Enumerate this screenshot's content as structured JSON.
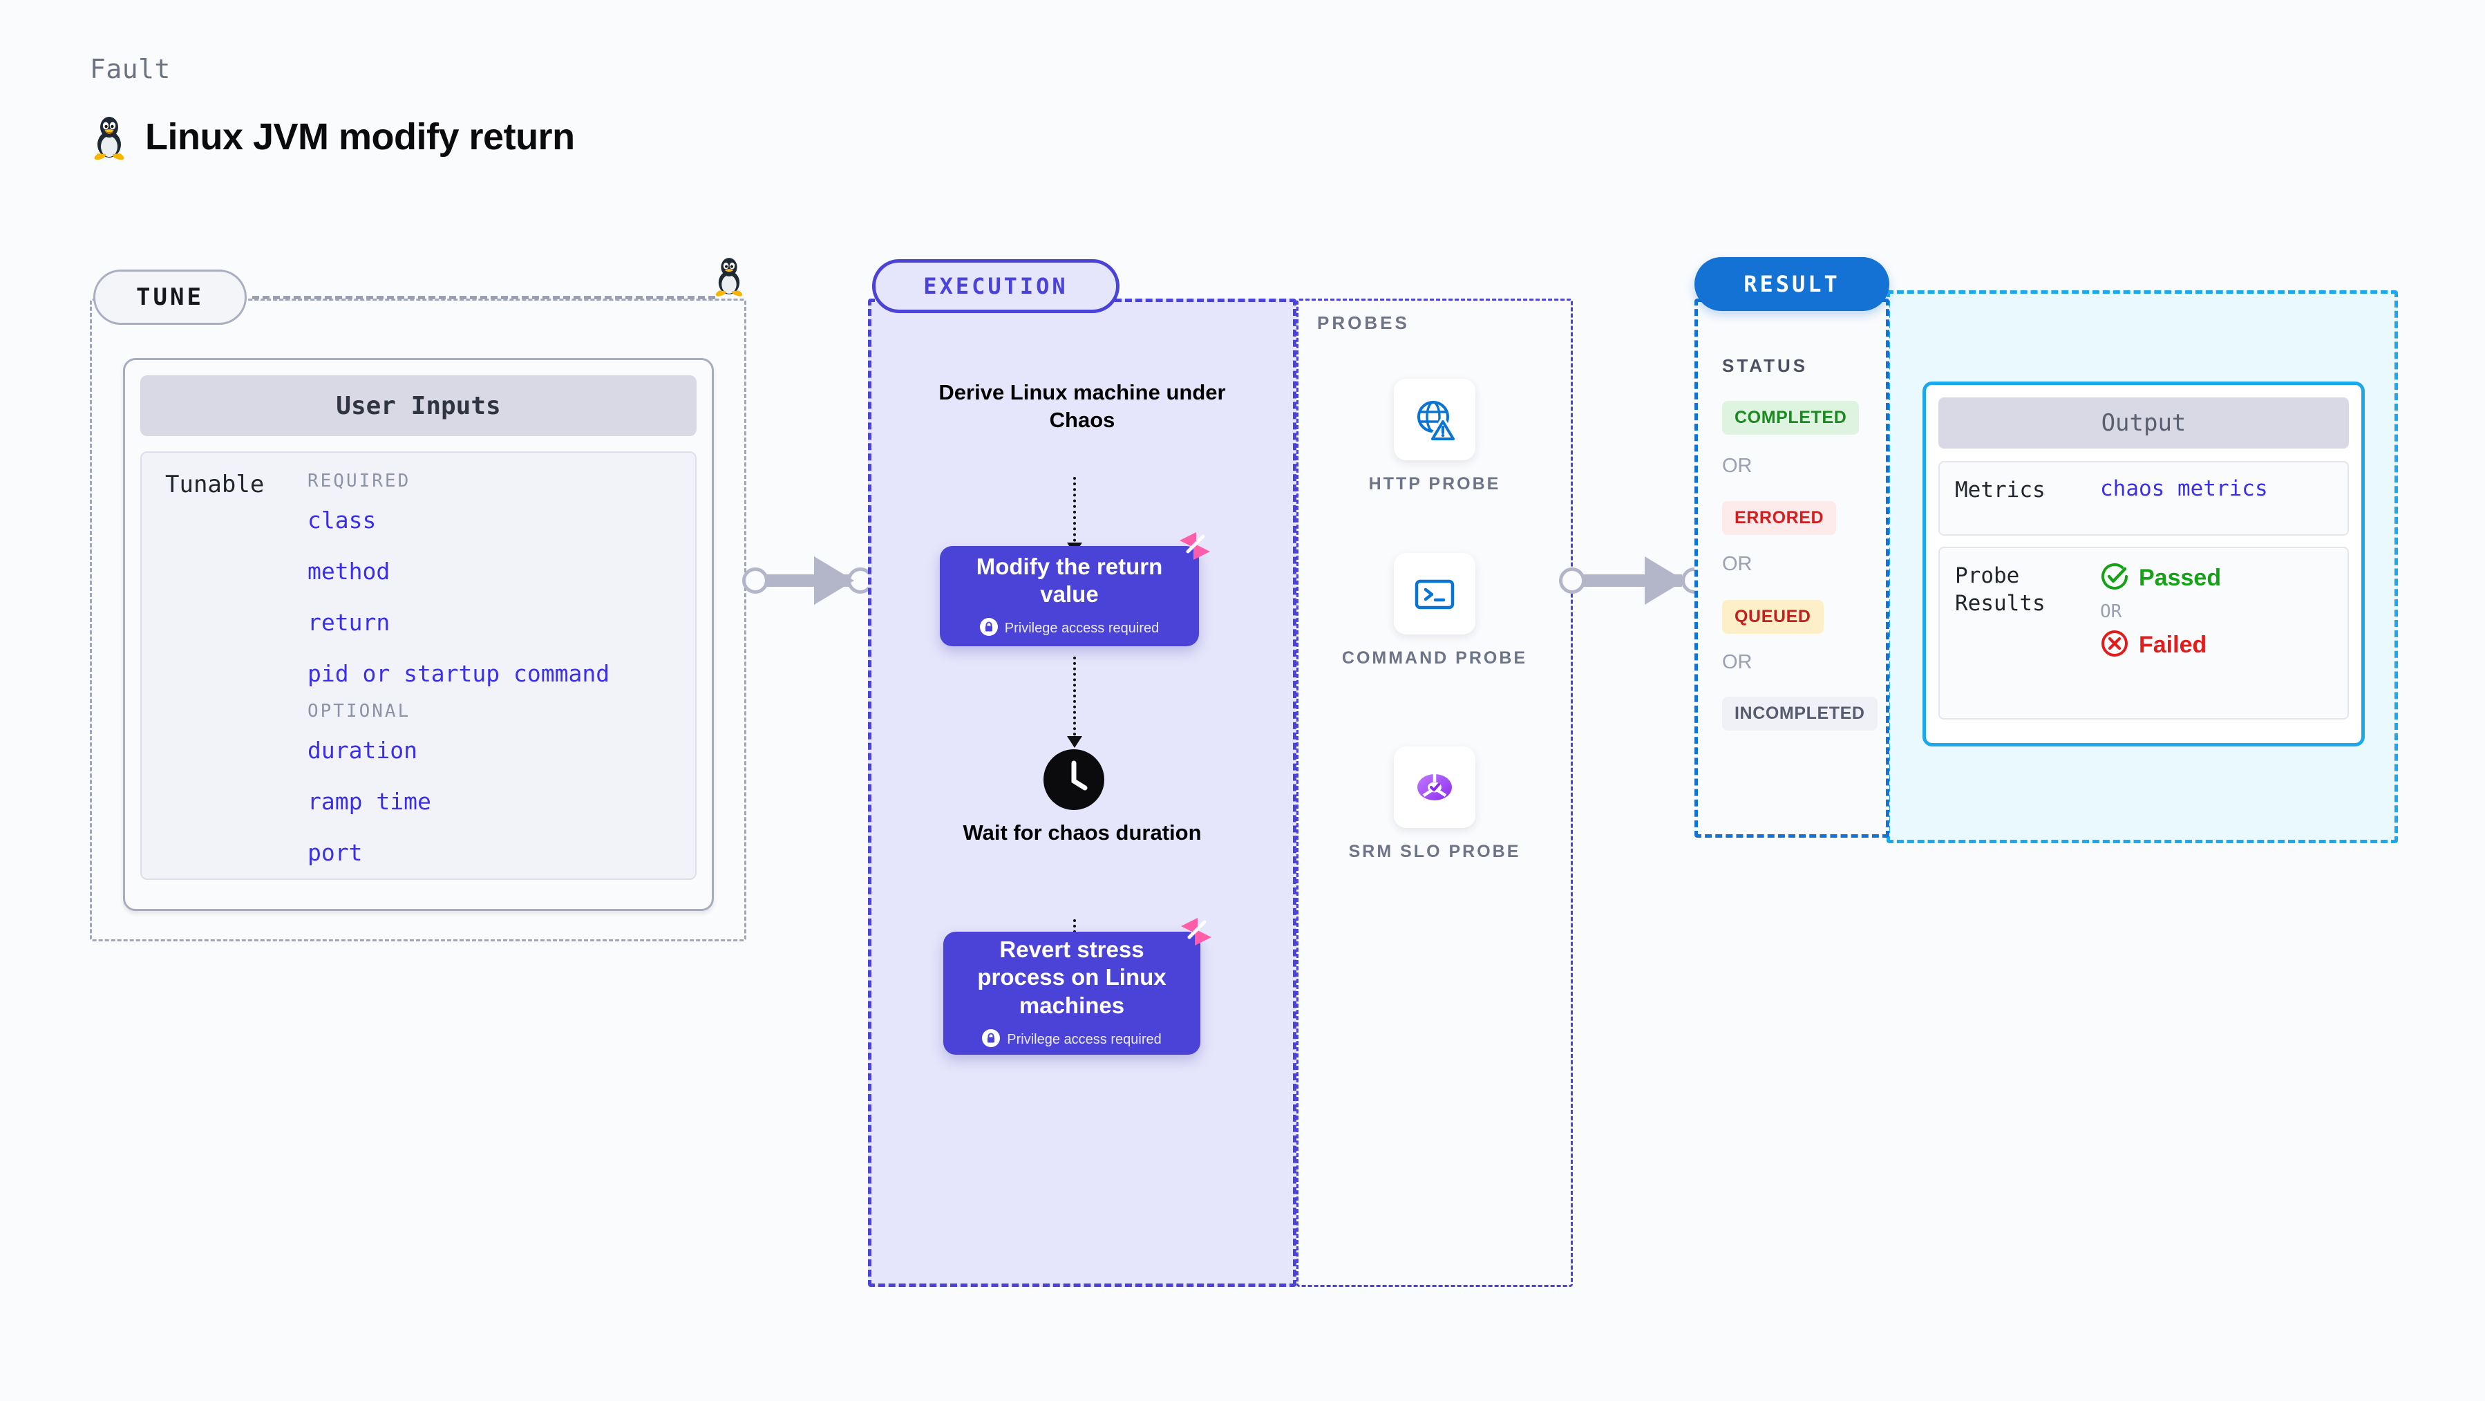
{
  "header": {
    "kicker": "Fault",
    "title": "Linux JVM modify return",
    "icon": "linux-penguin-icon"
  },
  "tune": {
    "stage_label": "TUNE",
    "card_title": "User Inputs",
    "row_label": "Tunable",
    "groups": [
      {
        "title": "REQUIRED",
        "items": [
          "class",
          "method",
          "return",
          "pid or startup command"
        ]
      },
      {
        "title": "OPTIONAL",
        "items": [
          "duration",
          "ramp time",
          "port"
        ]
      }
    ]
  },
  "execution": {
    "stage_label": "EXECUTION",
    "steps": [
      {
        "type": "text",
        "label": "Derive Linux machine under Chaos"
      },
      {
        "type": "action",
        "label": "Modify the return value",
        "note": "Privilege access required",
        "badge_icon": "harness-logo-icon",
        "lock_icon": "lock-icon"
      },
      {
        "type": "wait",
        "label": "Wait for chaos duration",
        "icon": "clock-icon"
      },
      {
        "type": "action",
        "label": "Revert stress process on Linux machines",
        "note": "Privilege access required",
        "badge_icon": "harness-logo-icon",
        "lock_icon": "lock-icon"
      }
    ]
  },
  "probes": {
    "section_label": "PROBES",
    "items": [
      {
        "label": "HTTP PROBE",
        "icon": "globe-warning-icon"
      },
      {
        "label": "COMMAND PROBE",
        "icon": "terminal-prompt-icon"
      },
      {
        "label": "SRM SLO PROBE",
        "icon": "srm-slo-donut-icon"
      }
    ]
  },
  "result": {
    "stage_label": "RESULT",
    "status_label": "STATUS",
    "or_label": "OR",
    "statuses": [
      {
        "label": "COMPLETED",
        "fg": "#1a8a20",
        "bg": "#dff4e0"
      },
      {
        "label": "ERRORED",
        "fg": "#d11f1f",
        "bg": "#fdeaea"
      },
      {
        "label": "QUEUED",
        "fg": "#c32121",
        "bg": "#fdf0c8"
      },
      {
        "label": "INCOMPLETED",
        "fg": "#565b6e",
        "bg": "#f0f1f6"
      }
    ]
  },
  "output": {
    "card_title": "Output",
    "rows": [
      {
        "key": "Metrics",
        "value": "chaos metrics"
      },
      {
        "key": "Probe Results",
        "passed": "Passed",
        "or": "OR",
        "failed": "Failed",
        "pass_icon": "check-circle-icon",
        "fail_icon": "x-circle-icon"
      }
    ]
  },
  "colors": {
    "background": "#fafbfd",
    "tune_border": "#a0a5b9",
    "execution": "#4b42d8",
    "execution_fill": "#e5e5fb",
    "result": "#1472d4",
    "output_border": "#1ca9ec",
    "output_fill": "#eaf9fe",
    "tunable_text": "#3b30e8",
    "harness_pink": "#ff5caa",
    "connector": "#b2b6c8"
  }
}
